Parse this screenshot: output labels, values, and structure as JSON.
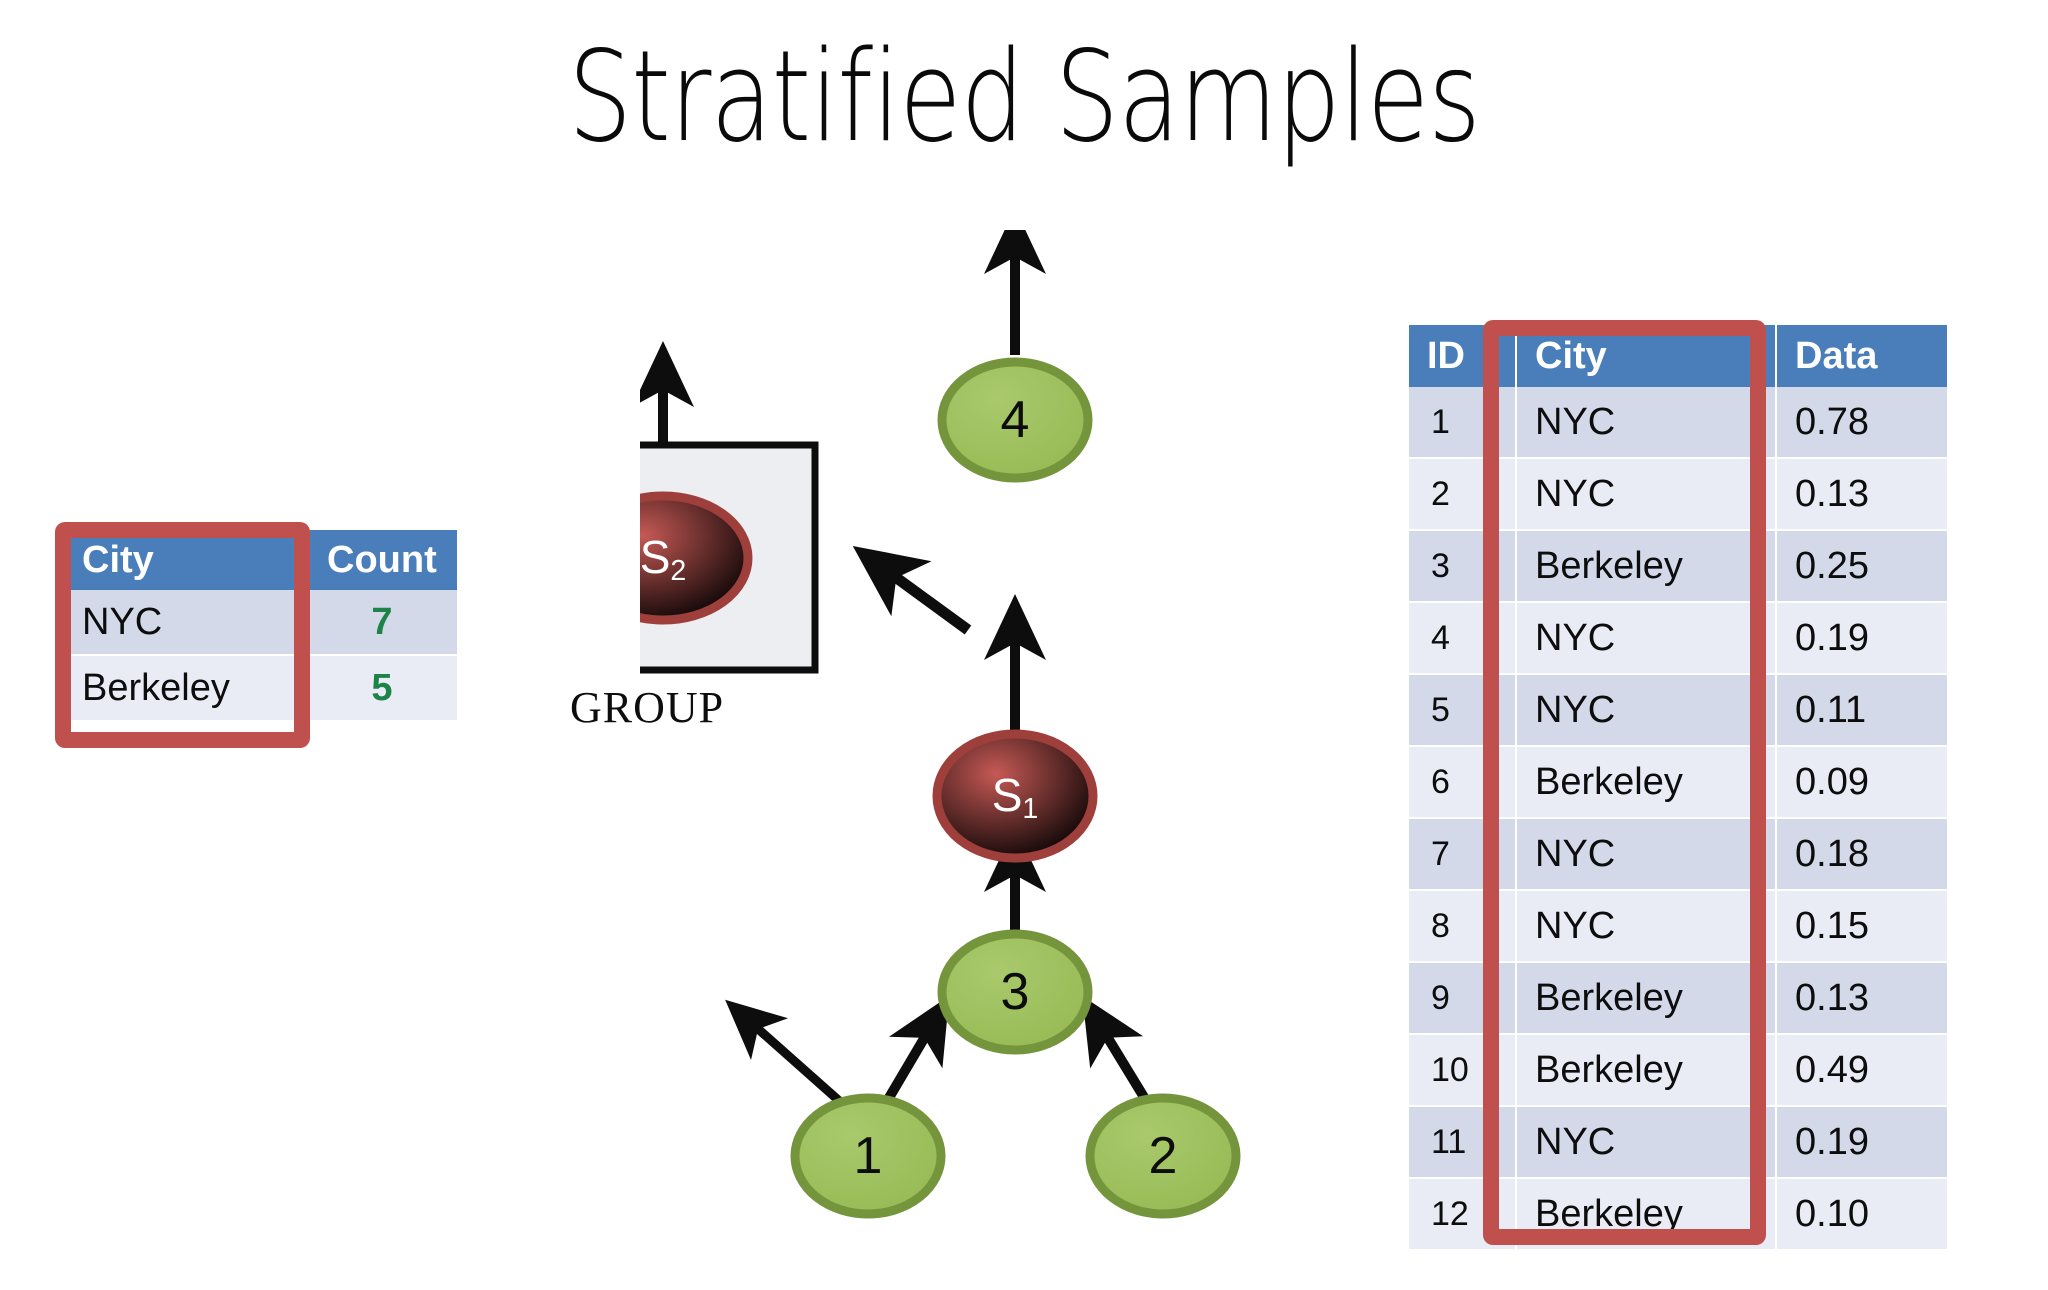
{
  "slide": {
    "title": "Stratified Samples"
  },
  "left_table": {
    "name": "city-count-table",
    "columns": [
      "City",
      "Count"
    ],
    "rows": [
      {
        "city": "NYC",
        "count": "7"
      },
      {
        "city": "Berkeley",
        "count": "5"
      }
    ],
    "highlight": {
      "column": "City",
      "color": "#c0504d"
    }
  },
  "right_table": {
    "name": "records-table",
    "columns": [
      "ID",
      "City",
      "Data"
    ],
    "rows": [
      {
        "id": "1",
        "city": "NYC",
        "data": "0.78"
      },
      {
        "id": "2",
        "city": "NYC",
        "data": "0.13"
      },
      {
        "id": "3",
        "city": "Berkeley",
        "data": "0.25"
      },
      {
        "id": "4",
        "city": "NYC",
        "data": "0.19"
      },
      {
        "id": "5",
        "city": "NYC",
        "data": "0.11"
      },
      {
        "id": "6",
        "city": "Berkeley",
        "data": "0.09"
      },
      {
        "id": "7",
        "city": "NYC",
        "data": "0.18"
      },
      {
        "id": "8",
        "city": "NYC",
        "data": "0.15"
      },
      {
        "id": "9",
        "city": "Berkeley",
        "data": "0.13"
      },
      {
        "id": "10",
        "city": "Berkeley",
        "data": "0.49"
      },
      {
        "id": "11",
        "city": "NYC",
        "data": "0.19"
      },
      {
        "id": "12",
        "city": "Berkeley",
        "data": "0.10"
      }
    ],
    "highlight": {
      "column": "City",
      "color": "#c0504d"
    }
  },
  "graph": {
    "group_label": "GROUP",
    "nodes": [
      {
        "id": "n1",
        "label": "1",
        "kind": "green"
      },
      {
        "id": "n2",
        "label": "2",
        "kind": "green"
      },
      {
        "id": "n3",
        "label": "3",
        "kind": "green"
      },
      {
        "id": "n4",
        "label": "4",
        "kind": "green"
      },
      {
        "id": "s1",
        "label": "S",
        "sub": "1",
        "kind": "red"
      },
      {
        "id": "s2",
        "label": "S",
        "sub": "2",
        "kind": "red"
      }
    ]
  },
  "colors": {
    "header_blue": "#4a7ebb",
    "row_odd": "#d3d9e8",
    "row_even": "#e9ecf5",
    "count_green": "#1d8348",
    "node_green_fill": "#9dbf5b",
    "node_green_stroke": "#75953d",
    "node_red_fill": "#c0504d",
    "node_red_stroke": "#9e3f3c",
    "highlight_red": "#c0504d",
    "group_box_fill": "#eceef1"
  }
}
